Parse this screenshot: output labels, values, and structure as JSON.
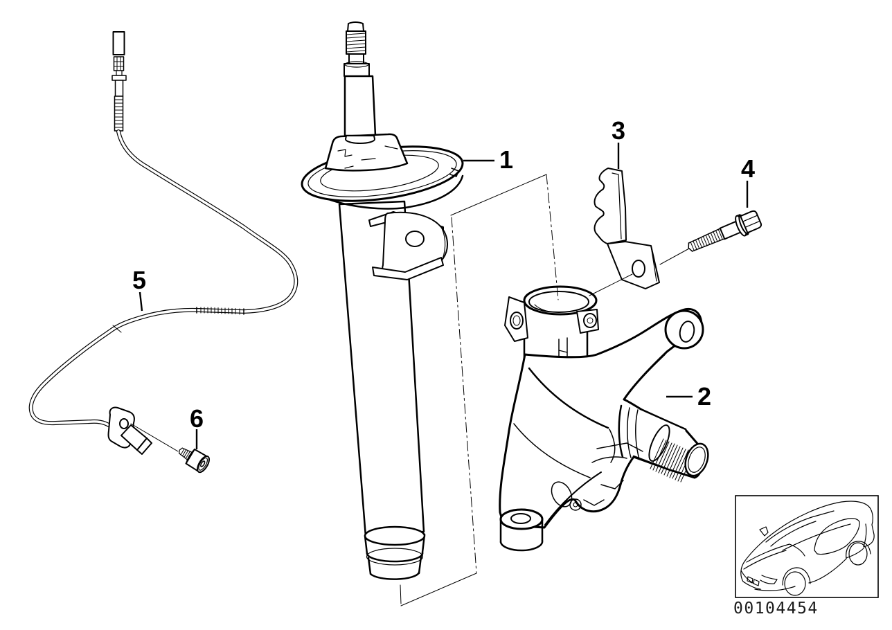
{
  "page": {
    "background": "#ffffff",
    "line_color": "#000000"
  },
  "diagram": {
    "type": "exploded-parts-line-drawing",
    "image_id": "00104454",
    "callouts": [
      {
        "number": "1",
        "part": "spring-strut-shock-absorber"
      },
      {
        "number": "2",
        "part": "steering-knuckle"
      },
      {
        "number": "3",
        "part": "cable-holder-bracket"
      },
      {
        "number": "4",
        "part": "hex-bolt-with-washer"
      },
      {
        "number": "5",
        "part": "abs-sensor-with-cable"
      },
      {
        "number": "6",
        "part": "socket-head-screw"
      }
    ],
    "thumbnail": {
      "icon": "car-outline-icon"
    }
  }
}
